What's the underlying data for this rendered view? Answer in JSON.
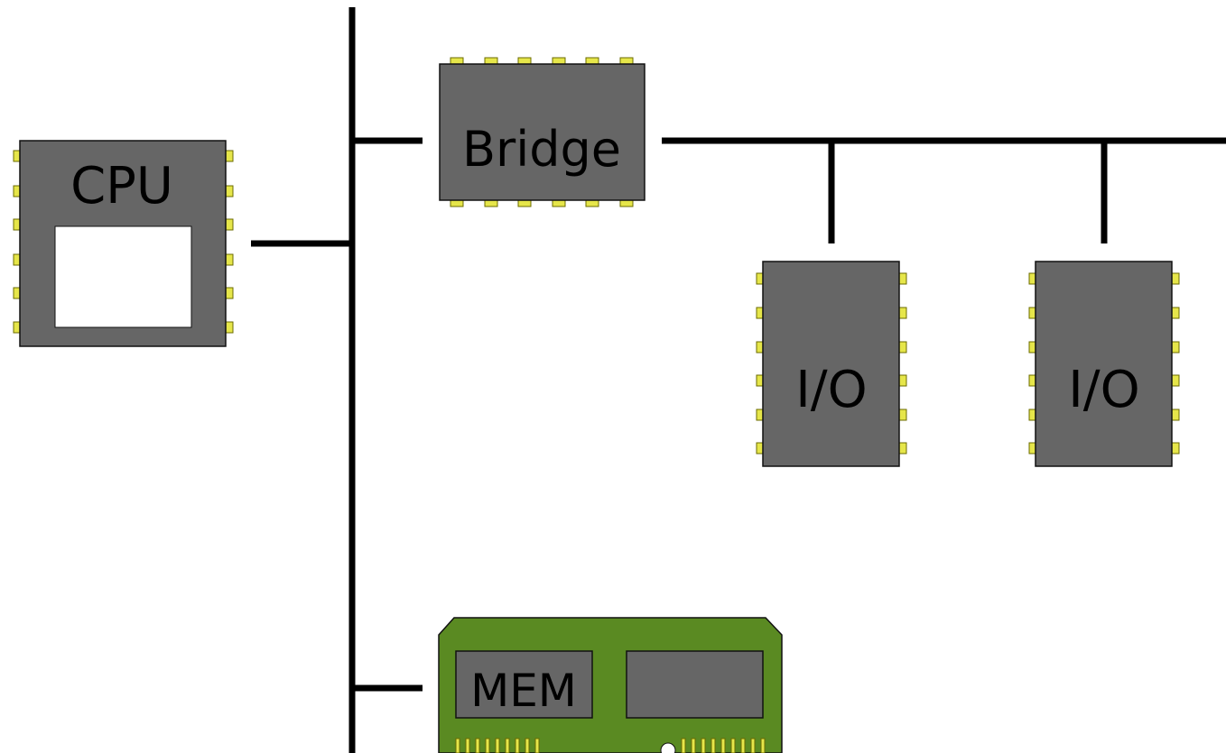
{
  "components": {
    "cpu": {
      "label": "CPU"
    },
    "bridge": {
      "label": "Bridge"
    },
    "io_left": {
      "label": "I/O"
    },
    "io_right": {
      "label": "I/O"
    },
    "memory": {
      "label": "MEM"
    }
  },
  "colors": {
    "chip_body": "#666666",
    "pin": "#e6e64a",
    "memory_board": "#5a8a22",
    "wire": "#000000"
  }
}
